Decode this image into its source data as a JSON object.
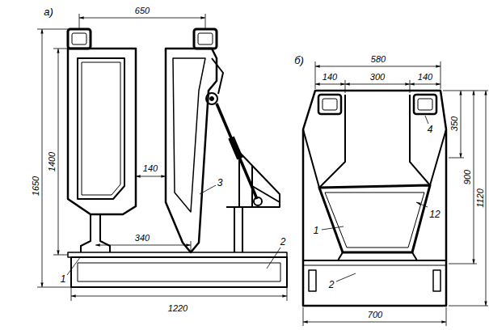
{
  "diagram": {
    "labels": [
      "а)",
      "650",
      "1650",
      "1400",
      "140",
      "3",
      "340",
      "1",
      "2",
      "1220",
      "б)",
      "580",
      "140",
      "300",
      "140",
      "4",
      "350",
      "900",
      "1120",
      "12",
      "1",
      "2",
      "700"
    ]
  }
}
